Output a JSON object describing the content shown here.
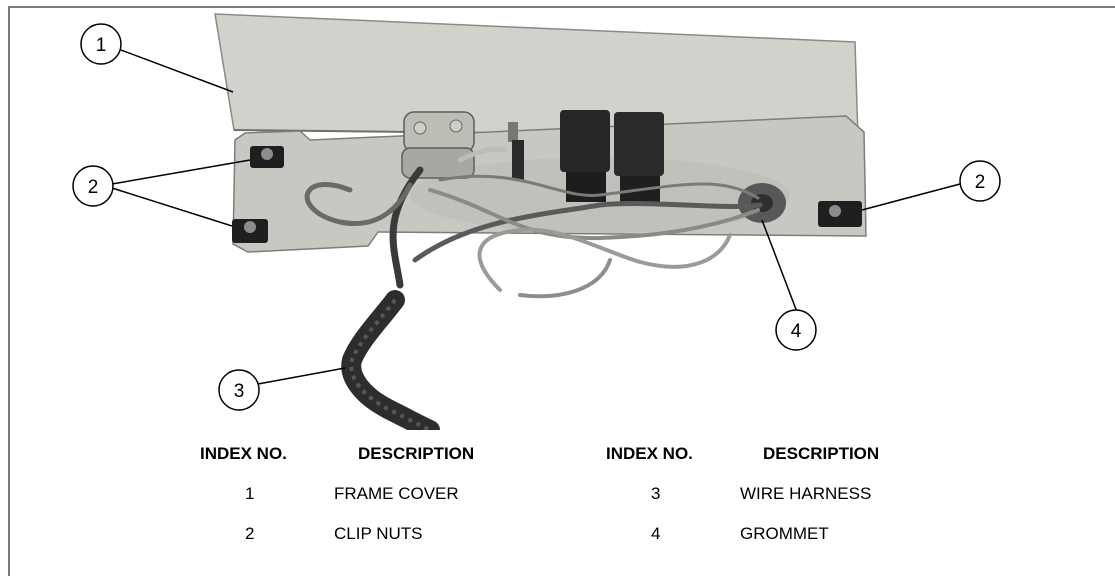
{
  "callouts": [
    {
      "id": "callout-1",
      "label": "1"
    },
    {
      "id": "callout-2-left",
      "label": "2"
    },
    {
      "id": "callout-2-right",
      "label": "2"
    },
    {
      "id": "callout-3",
      "label": "3"
    },
    {
      "id": "callout-4",
      "label": "4"
    }
  ],
  "legend": {
    "headers": {
      "index": "INDEX NO.",
      "description": "DESCRIPTION"
    },
    "rows": [
      {
        "index": "1",
        "description": "FRAME COVER"
      },
      {
        "index": "2",
        "description": "CLIP NUTS"
      },
      {
        "index": "3",
        "description": "WIRE HARNESS"
      },
      {
        "index": "4",
        "description": "GROMMET"
      }
    ]
  }
}
